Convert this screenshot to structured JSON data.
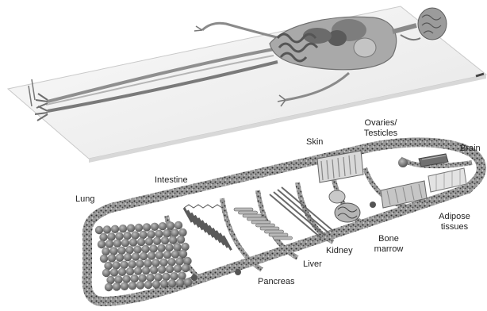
{
  "labels": {
    "lung": "Lung",
    "intestine": "Intestine",
    "skin": "Skin",
    "ovaries_line1": "Ovaries/",
    "ovaries_line2": "Testicles",
    "brain": "Brain",
    "adipose_line1": "Adipose",
    "adipose_line2": "tissues",
    "bone_line1": "Bone",
    "bone_line2": "marrow",
    "kidney": "Kidney",
    "liver": "Liver",
    "pancreas": "Pancreas"
  },
  "colors": {
    "channel": "#5a5a5a",
    "tissue": "#8c8c8c",
    "plate": "#f2f2f2",
    "body": "#b0b0b0"
  }
}
